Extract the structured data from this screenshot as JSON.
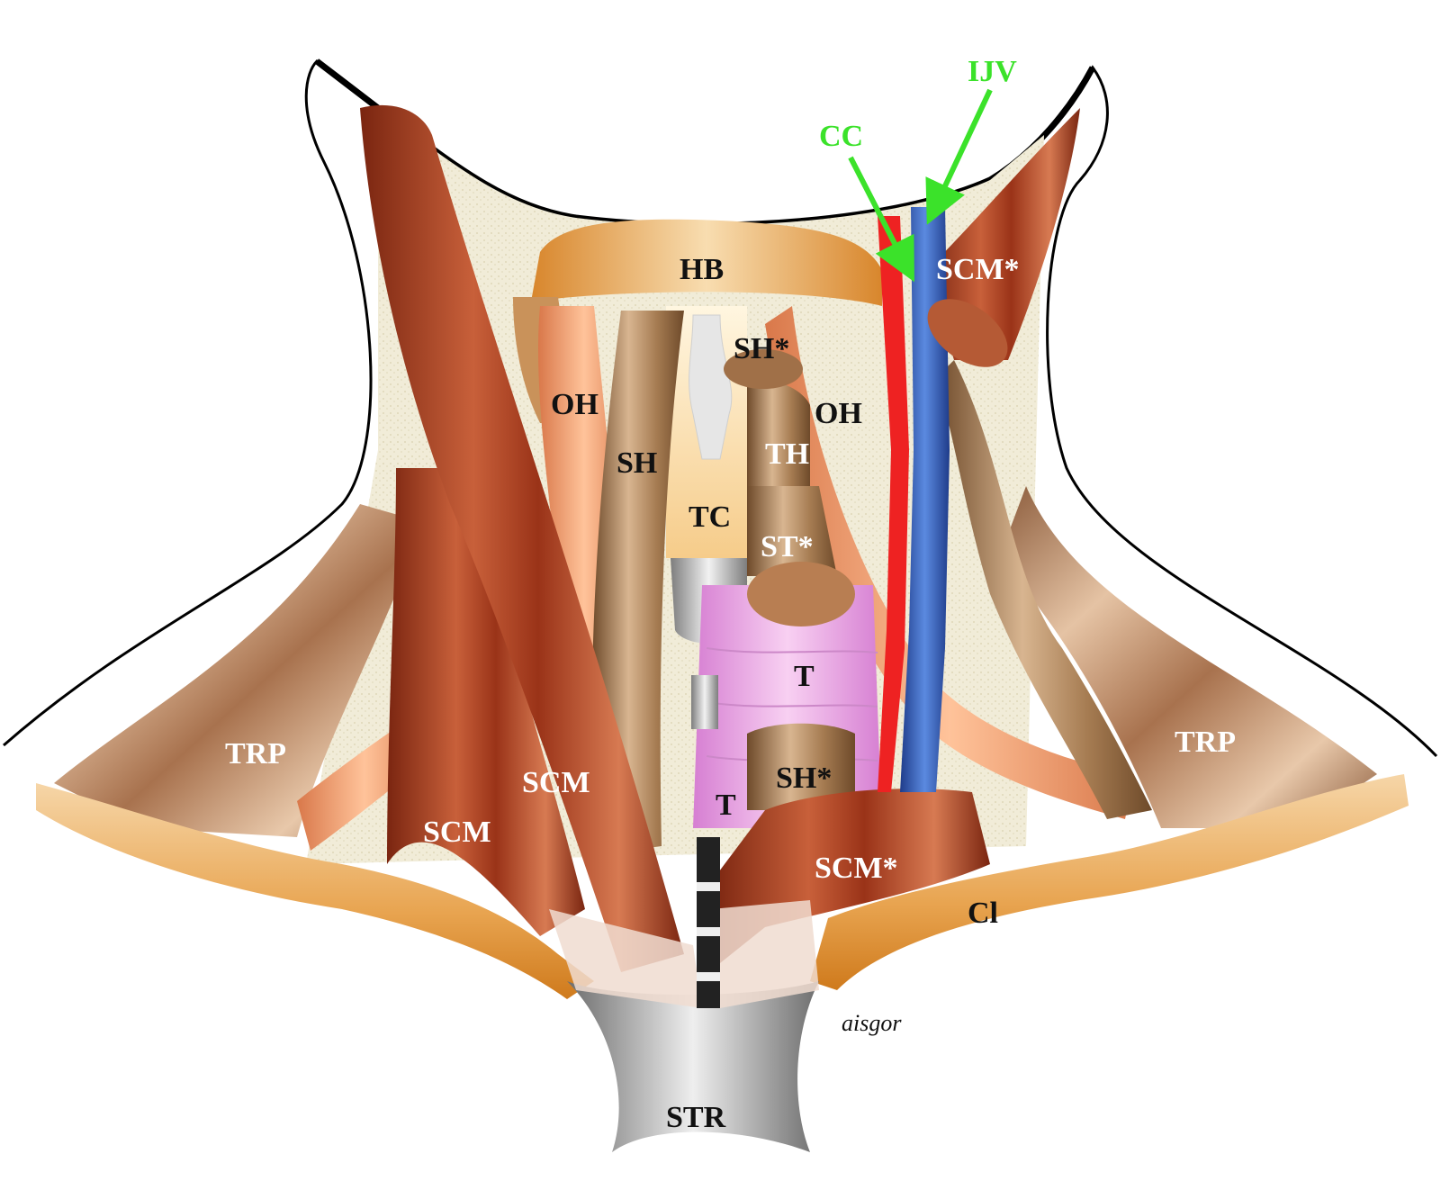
{
  "labels": {
    "hb": "HB",
    "sh_star_top": "SH*",
    "oh_left": "OH",
    "oh_right": "OH",
    "sh_left": "SH",
    "th": "TH",
    "tc": "TC",
    "st_star": "ST*",
    "t_upper": "T",
    "t_lower": "T",
    "sh_star_lower": "SH*",
    "scm_star_top": "SCM*",
    "scm_star_lower": "SCM*",
    "scm_inner": "SCM",
    "scm_outer": "SCM",
    "trp_left": "TRP",
    "trp_right": "TRP",
    "cl": "Cl",
    "str": "STR",
    "cc": "CC",
    "ijv": "IJV"
  },
  "signature": "aisgor",
  "colors": {
    "muscle_red": "#9a3318",
    "strap_tan": "#b08455",
    "omohyoid_peach": "#f0a070",
    "bone_orange": "#e08a28",
    "trachea_pink": "#e59be0",
    "carotid_red": "#ee2222",
    "jugular_blue": "#2f5cc0",
    "pointer_green": "#3be22a",
    "fat_cream": "#f1ecd8"
  }
}
